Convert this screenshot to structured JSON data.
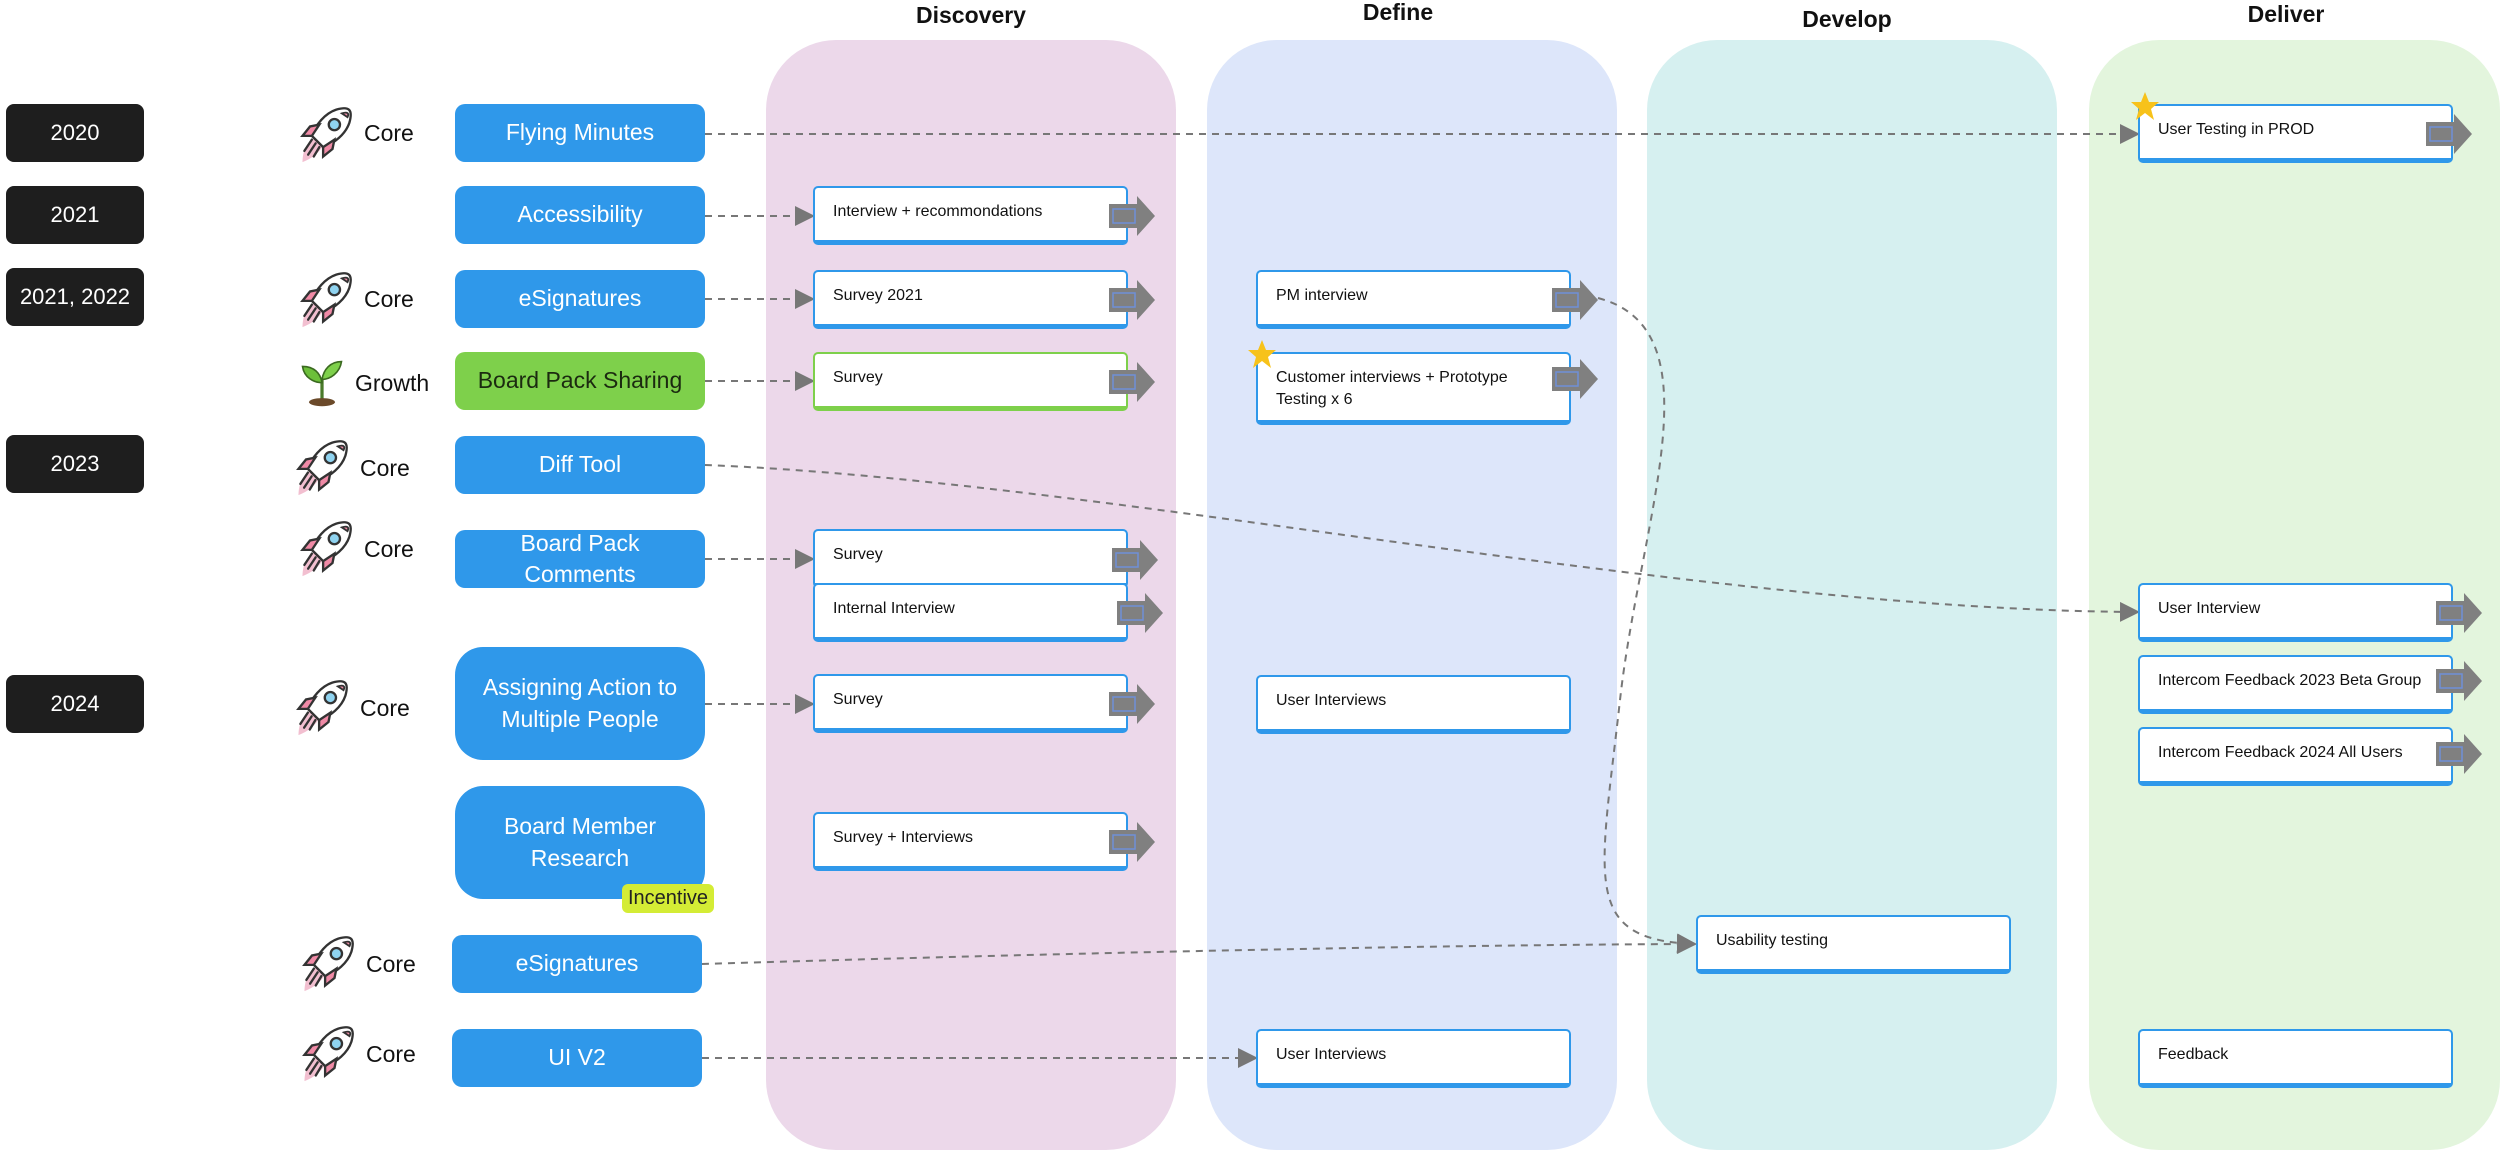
{
  "phases": [
    "Discovery",
    "Define",
    "Develop",
    "Deliver"
  ],
  "colors": {
    "discovery_lane": "#ecd8ea",
    "define_lane": "#dde6fa",
    "develop_lane": "#d6f0f0",
    "deliver_lane": "#e3f5dd",
    "initiative": "#2f98ea",
    "growth_initiative": "#7ed04b",
    "year_badge": "#1e1e1e",
    "incentive_tag": "#d4ec35",
    "star": "#f7c21a",
    "tag_arrow": "#808080"
  },
  "years": [
    "2020",
    "2021",
    "2021, 2022",
    "2023",
    "2024"
  ],
  "categories": {
    "core": "Core",
    "growth": "Growth"
  },
  "initiatives": [
    "Flying Minutes",
    "Accessibility",
    "eSignatures",
    "Board Pack Sharing",
    "Diff Tool",
    "Board Pack Comments",
    "Assigning Action to Multiple People",
    "Board Member Research",
    "eSignatures",
    "UI V2"
  ],
  "incentive_label": "Incentive",
  "discovery_cards": [
    "Interview + recommondations",
    "Survey 2021",
    "Survey",
    "Survey",
    "Internal Interview",
    "Survey",
    "Survey + Interviews"
  ],
  "define_cards": [
    "PM interview",
    "Customer interviews + Prototype Testing x 6",
    "User Interviews",
    "User Interviews"
  ],
  "develop_cards": [
    "Usability testing"
  ],
  "deliver_cards": [
    "User Testing in PROD",
    "User Interview",
    "Intercom Feedback 2023 Beta Group",
    "Intercom Feedback 2024 All Users",
    "Feedback"
  ],
  "icons": {
    "core": "rocket-icon",
    "growth": "sprout-icon",
    "highlight": "star-icon",
    "link": "arrow-tag-icon"
  }
}
